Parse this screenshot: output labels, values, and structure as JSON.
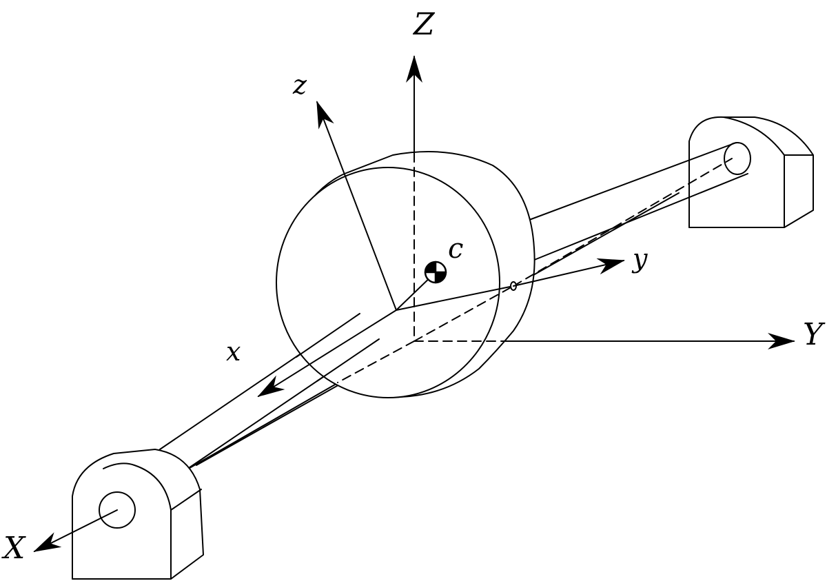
{
  "labels": {
    "global_z": "Z",
    "global_y": "Y",
    "global_x": "X",
    "local_z": "z",
    "local_y": "y",
    "local_x": "x",
    "center": "c"
  },
  "colors": {
    "ink": "#000000",
    "paper": "#ffffff"
  },
  "icons": {
    "center_mark": "center-of-mass-icon"
  }
}
